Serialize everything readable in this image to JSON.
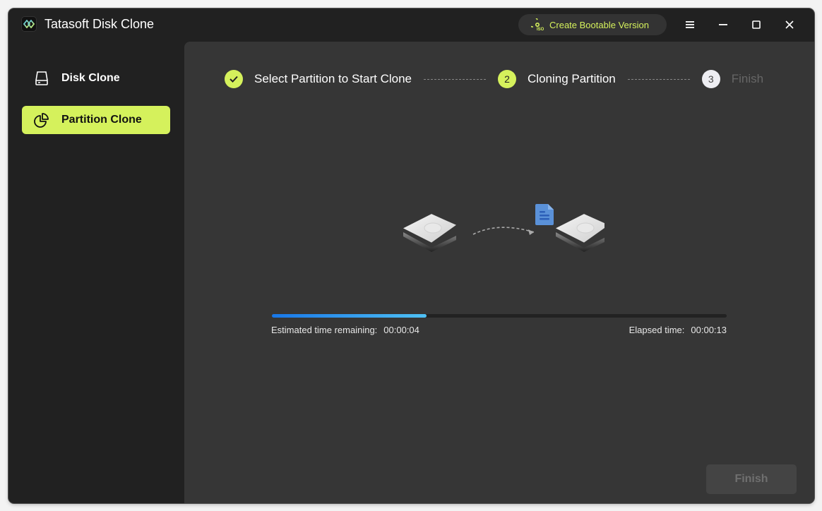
{
  "app": {
    "title": "Tatasoft Disk Clone",
    "logo_icon": "tatasoft-logo-icon"
  },
  "titlebar": {
    "bootable_button": {
      "label": "Create Bootable Version",
      "icon": "iso-disc-icon"
    },
    "controls": {
      "menu": "menu-icon",
      "minimize": "minimize-icon",
      "maximize": "maximize-icon",
      "close": "close-icon"
    }
  },
  "sidebar": {
    "items": [
      {
        "label": "Disk Clone",
        "icon": "hard-drive-icon",
        "active": false
      },
      {
        "label": "Partition Clone",
        "icon": "pie-chart-icon",
        "active": true
      }
    ]
  },
  "steps": [
    {
      "number": "1",
      "label": "Select Partition to Start Clone",
      "state": "done"
    },
    {
      "number": "2",
      "label": "Cloning Partition",
      "state": "current"
    },
    {
      "number": "3",
      "label": "Finish",
      "state": "pending"
    }
  ],
  "progress": {
    "percent": 34,
    "estimated_label": "Estimated time remaining:",
    "estimated_value": "00:00:04",
    "elapsed_label": "Elapsed time:",
    "elapsed_value": "00:00:13"
  },
  "footer": {
    "finish_label": "Finish"
  },
  "colors": {
    "accent": "#d5f15c",
    "window_bg": "#212121",
    "panel_bg": "#363636",
    "progress_start": "#1877e8",
    "progress_end": "#4fc1f4"
  }
}
